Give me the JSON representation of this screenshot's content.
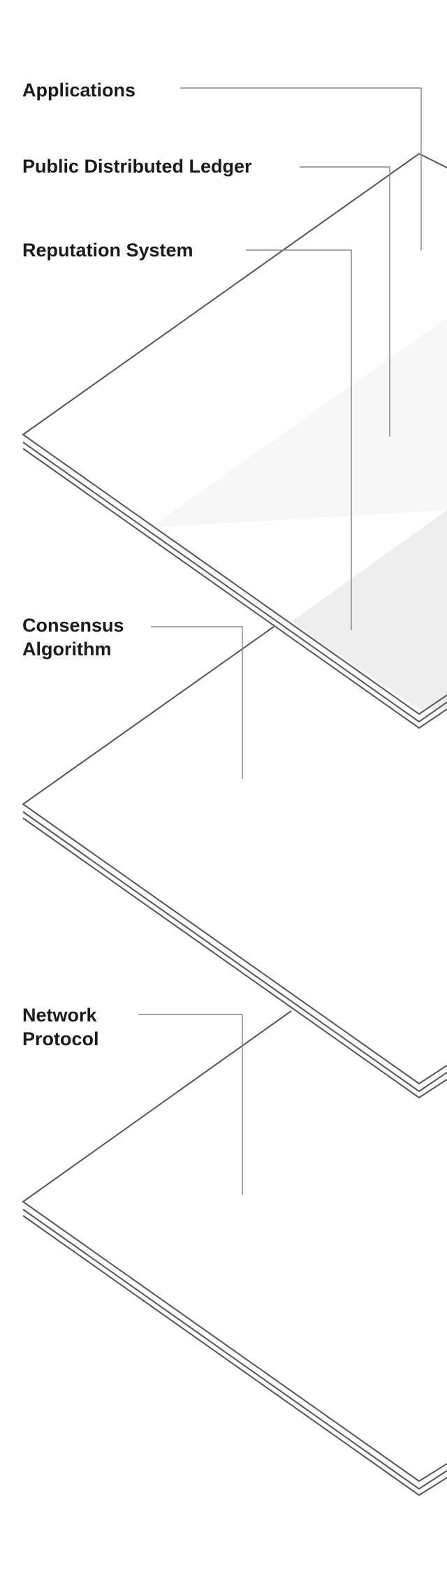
{
  "layers": [
    {
      "id": "applications",
      "lines": [
        "Applications"
      ]
    },
    {
      "id": "ledger",
      "lines": [
        "Public Distributed Ledger"
      ]
    },
    {
      "id": "reputation",
      "lines": [
        "Reputation System"
      ]
    },
    {
      "id": "consensus",
      "lines": [
        "Consensus",
        "Algorithm"
      ]
    },
    {
      "id": "network",
      "lines": [
        "Network",
        "Protocol"
      ]
    }
  ],
  "colors": {
    "plate_stroke": "#555555",
    "leader_stroke": "#8a8a8a",
    "label_text": "#1a1a1a",
    "shade_light": "#f6f6f6",
    "shade_mid": "#eeeeee",
    "background": "#ffffff"
  }
}
